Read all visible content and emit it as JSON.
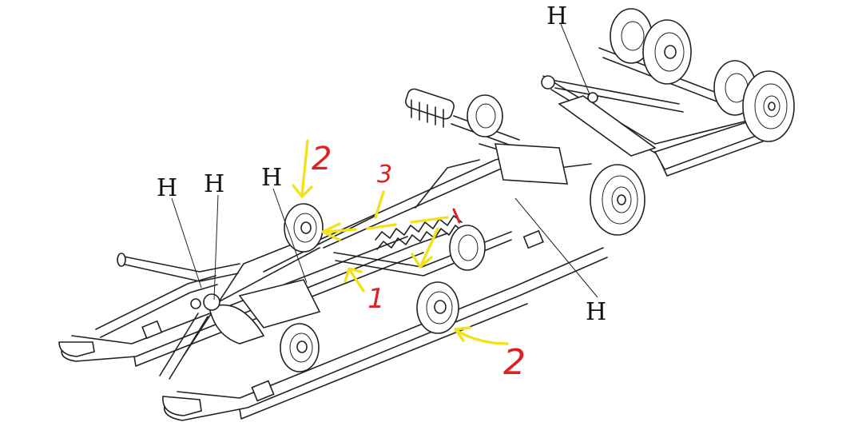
{
  "diagram": {
    "colors": {
      "outline": "#222222",
      "annotation_arrow": "#f2e21a",
      "annotation_number": "#e02020",
      "background": "#ffffff"
    },
    "h_labels": [
      "H",
      "H",
      "H",
      "H",
      "H"
    ],
    "h_label_count": 5,
    "annotation_numbers": [
      "2",
      "3",
      "1",
      "2"
    ]
  }
}
